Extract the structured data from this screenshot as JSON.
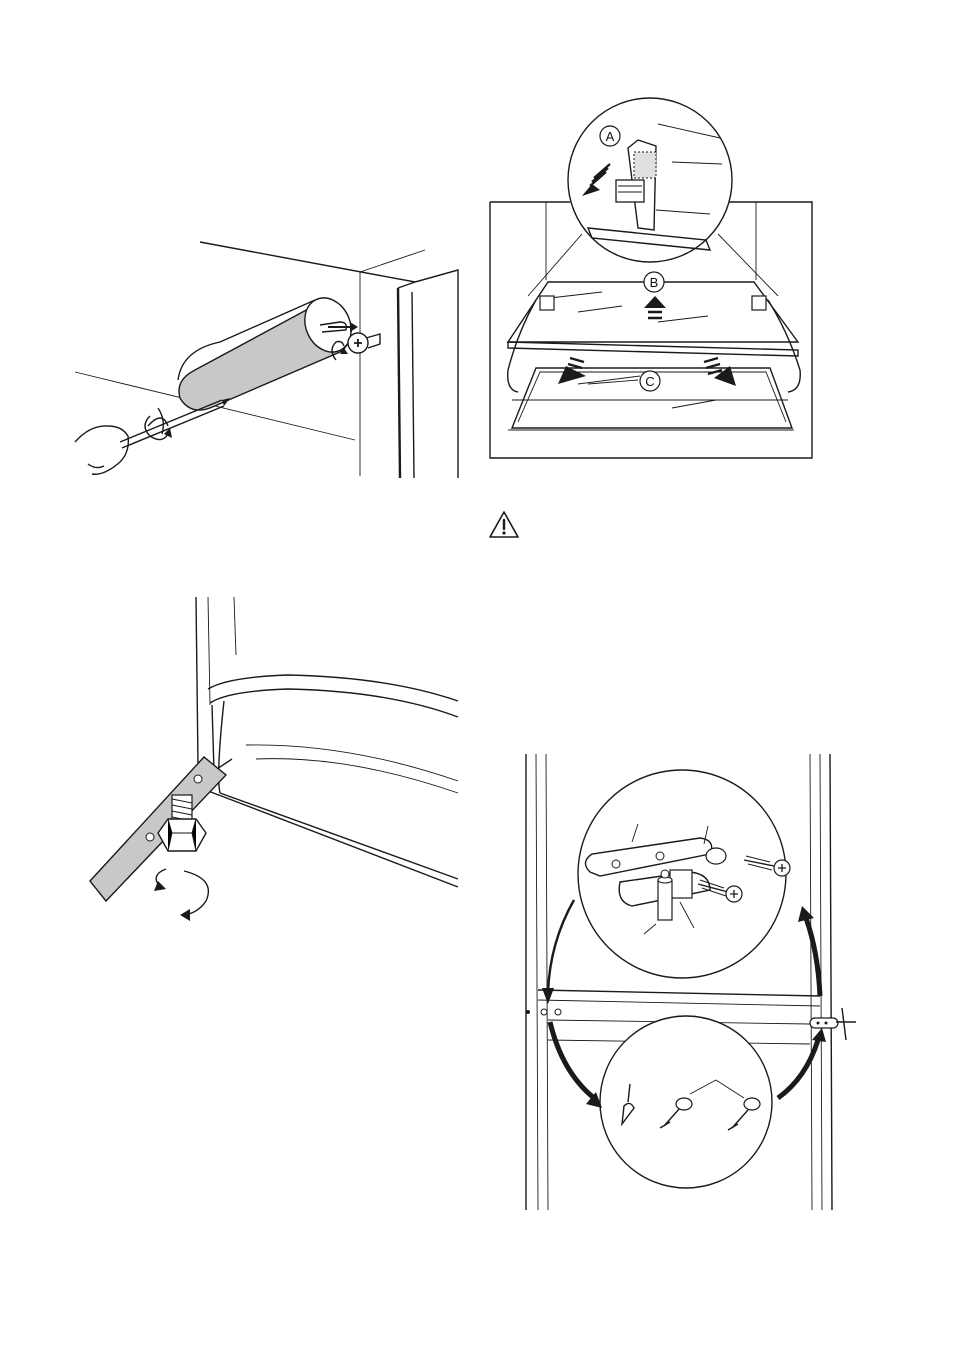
{
  "figures": {
    "door_screw": {
      "icons": [
        "hand-icon",
        "screwdriver-icon",
        "screw-icon",
        "rotate-arrow-icon"
      ]
    },
    "shelf_removal": {
      "callouts": {
        "a": "A",
        "b": "B",
        "c": "C"
      },
      "icons": [
        "arrow-down-icon",
        "arrow-up-icon"
      ]
    },
    "warning": {
      "icon": "warning-triangle-icon"
    },
    "leveling_foot": {
      "icons": [
        "hex-bolt-icon",
        "rotate-arrow-icon"
      ]
    },
    "door_hinge": {
      "icons": [
        "hinge-icon",
        "screw-icon",
        "pin-icon",
        "curved-arrow-icon"
      ]
    }
  },
  "colors": {
    "line": "#1a1a1a",
    "fill_grey": "#c8c8c8",
    "background": "#ffffff"
  }
}
